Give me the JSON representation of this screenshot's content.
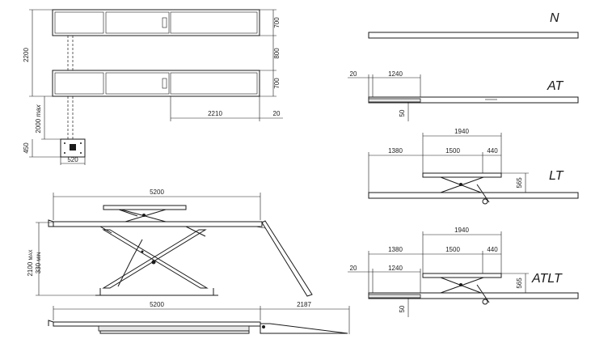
{
  "top_view": {
    "dims": {
      "total_height": "2200",
      "runway_width_top": "700",
      "gap": "800",
      "runway_width_bottom": "700",
      "length_extension": "2210",
      "edge": "20",
      "column_travel": "2000",
      "column_travel_unit": "max",
      "control_box_height": "450",
      "control_box_width": "520"
    }
  },
  "side_view": {
    "dims": {
      "platform_length": "5200",
      "height_max_value": "2100",
      "height_max_label": "MAX",
      "height_min_value": "330",
      "height_min_label": "MIN",
      "base_length": "5200",
      "ramp_length": "2187"
    }
  },
  "variants": [
    {
      "code": "N",
      "dims": {}
    },
    {
      "code": "AT",
      "dims": {
        "edge": "20",
        "ext": "1240",
        "rise": "50"
      }
    },
    {
      "code": "LT",
      "dims": {
        "span": "1940",
        "offset": "1380",
        "inner": "1500",
        "end": "440",
        "height": "565"
      }
    },
    {
      "code": "ATLT",
      "dims": {
        "span": "1940",
        "offset": "1380",
        "inner": "1500",
        "end": "440",
        "edge": "20",
        "ext": "1240",
        "height": "565",
        "rise": "50"
      }
    }
  ]
}
